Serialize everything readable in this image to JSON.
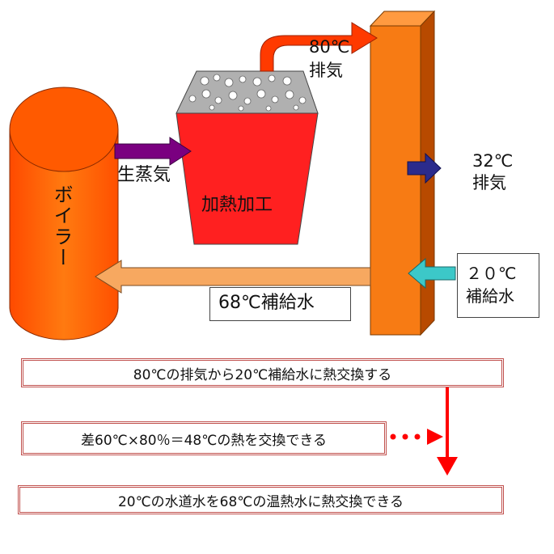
{
  "diagram": {
    "boiler_label": "ボイラー",
    "process_label": "加熱加工",
    "steam_label": "生蒸気",
    "exhaust_in_label": "80℃\n排気",
    "exhaust_out_label": "32℃\n排気",
    "supply_in_label": "２０℃\n補給水",
    "supply_out_label": "68℃補給水"
  },
  "notes": {
    "line1": "80℃の排気から20℃補給水に熱交換する",
    "line2": "差60℃×80％＝48℃の熱を交換できる",
    "line3": "20℃の水道水を68℃の温熱水に熱交換できる"
  },
  "colors": {
    "boiler": "#ff5a00",
    "process": "#ff2020",
    "exchanger": "#f77b14",
    "steam_arrow": "#7a0080",
    "exhaust_out_arrow": "#2b2b8c",
    "supply_in_arrow": "#3cc8c8",
    "supply_out_arrow": "#f7a860",
    "hot_exhaust_arrow": "#ff3a00",
    "flow_arrow": "#ff0000",
    "note_border": "#c0504d"
  }
}
